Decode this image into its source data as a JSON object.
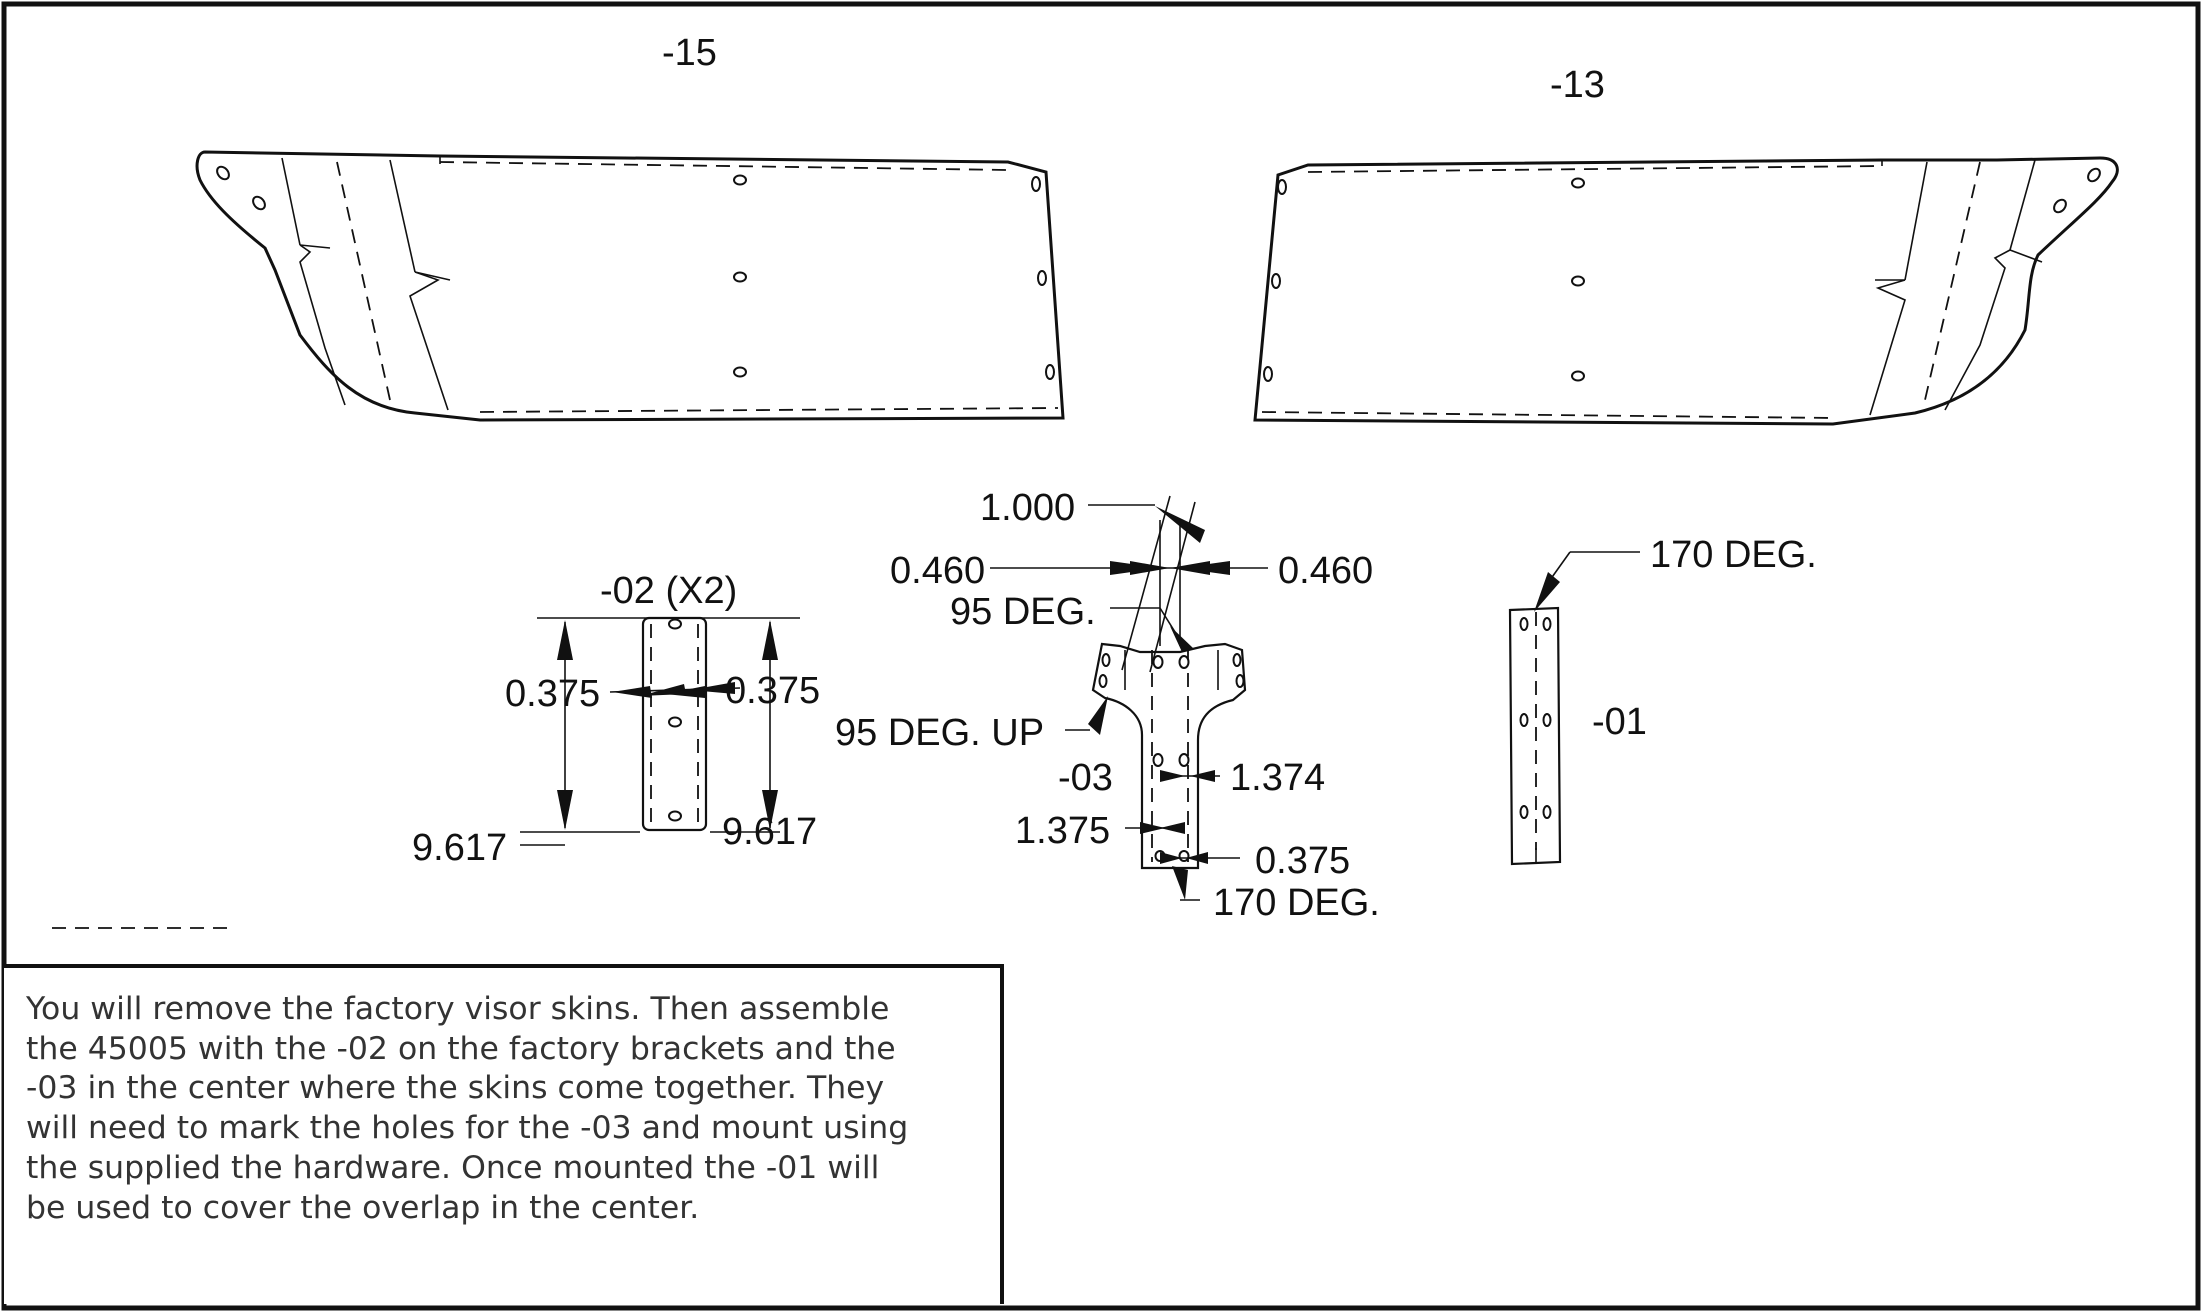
{
  "parts": {
    "left_skin": "-15",
    "right_skin": "-13",
    "bracket_02": "-02 (X2)",
    "center_03": "-03",
    "cover_01": "-01"
  },
  "dimensions": {
    "d_1000": "1.000",
    "d_0460_left": "0.460",
    "d_0460_right": "0.460",
    "d_95_deg": "95 DEG.",
    "d_95_deg_up": "95 DEG. UP",
    "d_1374": "1.374",
    "d_1375": "1.375",
    "d_0375_center": "0.375",
    "d_170_deg_center": "170 DEG.",
    "d_170_deg_cover": "170 DEG.",
    "d_0375_left": "0.375",
    "d_0375_right": "0.375",
    "d_9617_left": "9.617",
    "d_9617_right": "9.617"
  },
  "note": {
    "text": "You will remove the factory visor skins.  Then assemble\nthe 45005 with the -02 on the factory brackets and the\n-03 in the center where the skins come together.  They\nwill need to mark the holes for the -03 and mount using\nthe supplied the hardware.  Once mounted the -01 will\nbe used to cover the overlap in the center."
  }
}
